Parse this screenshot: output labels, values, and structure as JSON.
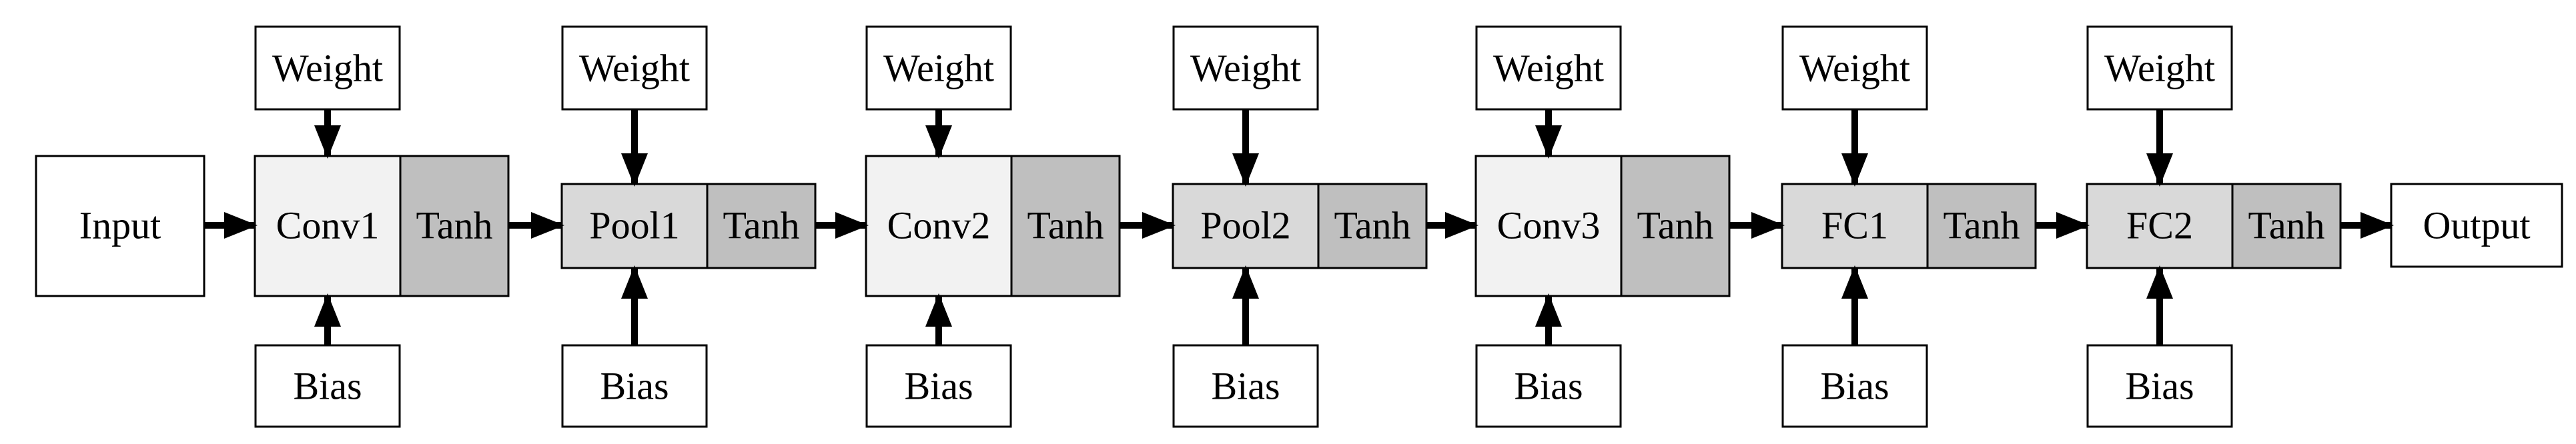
{
  "diagram": {
    "input_label": "Input",
    "output_label": "Output",
    "stages": [
      {
        "name": "Conv1",
        "activation": "Tanh",
        "weight": "Weight",
        "bias": "Bias",
        "fill": "#f2f2f2",
        "act_fill": "#bfbfbf"
      },
      {
        "name": "Pool1",
        "activation": "Tanh",
        "weight": "Weight",
        "bias": "Bias",
        "fill": "#d9d9d9",
        "act_fill": "#bfbfbf"
      },
      {
        "name": "Conv2",
        "activation": "Tanh",
        "weight": "Weight",
        "bias": "Bias",
        "fill": "#f2f2f2",
        "act_fill": "#bfbfbf"
      },
      {
        "name": "Pool2",
        "activation": "Tanh",
        "weight": "Weight",
        "bias": "Bias",
        "fill": "#d9d9d9",
        "act_fill": "#bfbfbf"
      },
      {
        "name": "Conv3",
        "activation": "Tanh",
        "weight": "Weight",
        "bias": "Bias",
        "fill": "#f2f2f2",
        "act_fill": "#bfbfbf"
      },
      {
        "name": "FC1",
        "activation": "Tanh",
        "weight": "Weight",
        "bias": "Bias",
        "fill": "#d9d9d9",
        "act_fill": "#bfbfbf"
      },
      {
        "name": "FC2",
        "activation": "Tanh",
        "weight": "Weight",
        "bias": "Bias",
        "fill": "#d9d9d9",
        "act_fill": "#bfbfbf"
      }
    ]
  }
}
